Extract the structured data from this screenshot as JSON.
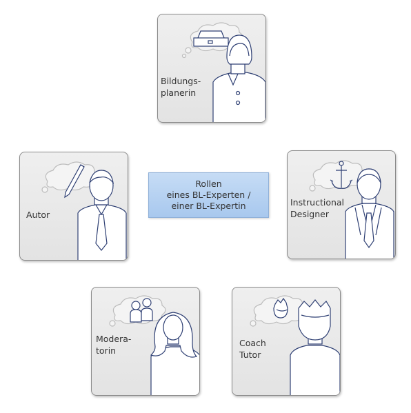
{
  "center": {
    "line1": "Rollen",
    "line2": "eines BL-Experten /",
    "line3": "einer BL-Expertin"
  },
  "roles": [
    {
      "label": "Bildungs-\nplanerin",
      "icon": "woman-with-drawer-thought-icon"
    },
    {
      "label": "Autor",
      "icon": "man-with-pen-thought-icon"
    },
    {
      "label": "Instructional\nDesigner",
      "icon": "man-with-anchor-thought-icon"
    },
    {
      "label": "Modera-\ntorin",
      "icon": "woman-with-group-thought-icon"
    },
    {
      "label": "Coach\nTutor",
      "icon": "man-with-person-thought-icon"
    }
  ],
  "colors": {
    "stroke": "#2e3f73",
    "card_bg": "#e6e6e6",
    "card_border": "#8a8a8a",
    "center_bg": "#b4cff0",
    "figure_fill": "#ffffff"
  }
}
